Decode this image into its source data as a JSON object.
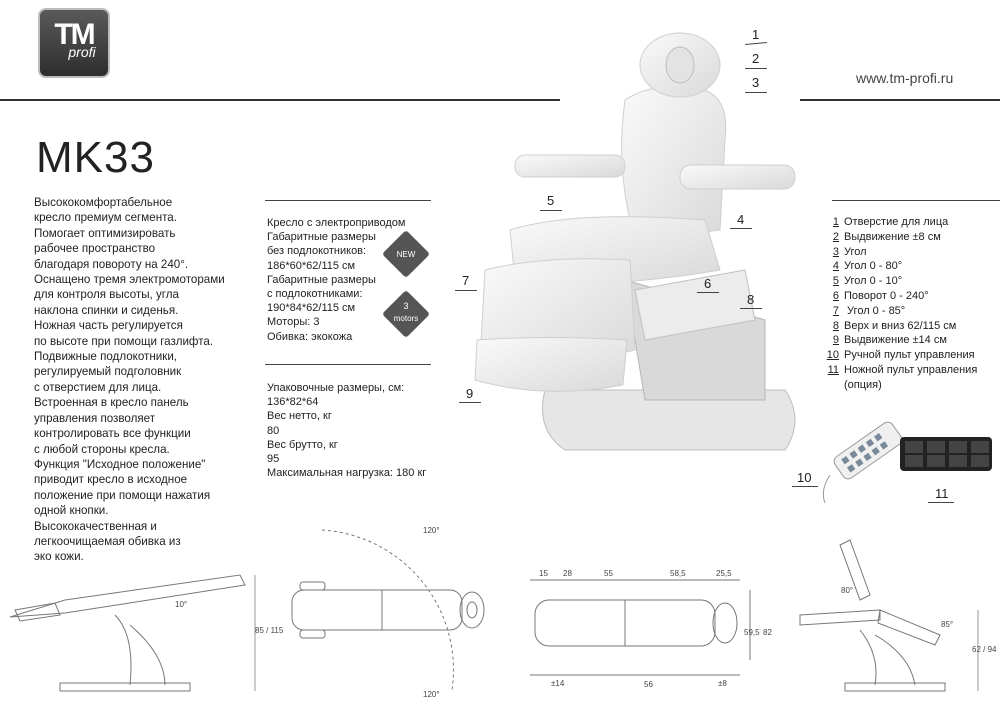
{
  "brand": {
    "logo_main": "TM",
    "logo_sub": "profi"
  },
  "website": "www.tm-profi.ru",
  "model": "MK33",
  "description": [
    "Высококомфортабельное",
    "кресло премиум сегмента.",
    "Помогает оптимизировать",
    "рабочее пространство",
    "благодаря повороту на 240°.",
    "Оснащено тремя электромоторами",
    "для контроля высоты, угла",
    "наклона спинки и сиденья.",
    "Ножная часть регулируется",
    "по высоте при помощи газлифта.",
    "Подвижные подлокотники,",
    "регулируемый подголовник",
    "с отверстием для лица.",
    "Встроенная в кресло панель",
    "управления позволяет",
    "контролировать все функции",
    "с любой стороны кресла.",
    "Функция \"Исходное положение\"",
    "приводит кресло в исходное",
    "положение при помощи нажатия",
    "одной кнопки.",
    "Высококачественная и",
    "легкоочищаемая обивка из",
    "эко кожи."
  ],
  "specs": [
    "Кресло с электроприводом",
    "Габаритные размеры",
    "без подлокотников:",
    "186*60*62/115 см",
    "Габаритные размеры",
    "с подлокотниками:",
    "190*84*62/115 см",
    "Моторы: 3",
    "Обивка: экокожа"
  ],
  "packaging": [
    "Упаковочные размеры, см:",
    "136*82*64",
    "Вес нетто, кг",
    "80",
    "Вес брутто, кг",
    "95",
    "Максимальная нагрузка: 180 кг"
  ],
  "badges": {
    "new": "NEW",
    "motors_count": "3",
    "motors_label": "motors"
  },
  "callouts": [
    "1",
    "2",
    "3",
    "4",
    "5",
    "6",
    "7",
    "8",
    "9",
    "10",
    "11"
  ],
  "legend": [
    {
      "n": "1",
      "text": "Отверстие для лица"
    },
    {
      "n": "2",
      "text": "Выдвижение ±8 см"
    },
    {
      "n": "3",
      "text": "Угол"
    },
    {
      "n": "4",
      "text": "Угол 0 - 80°"
    },
    {
      "n": "5",
      "text": "Угол 0 - 10°"
    },
    {
      "n": "6",
      "text": "Поворот 0 - 240°"
    },
    {
      "n": "7",
      "text": " Угол 0 - 85°"
    },
    {
      "n": "8",
      "text": "Верх и вниз 62/115 см"
    },
    {
      "n": "9",
      "text": "Выдвижение ±14 см"
    },
    {
      "n": "10",
      "text": "Ручной пульт управления"
    },
    {
      "n": "11",
      "text": "Ножной пульт управления"
    },
    {
      "n": "",
      "text": "(опция)"
    }
  ],
  "drawings": {
    "side1": {
      "angle": "10°",
      "height": "85 / 115"
    },
    "top1": {
      "rot_top": "120°",
      "rot_bottom": "120°"
    },
    "top2": {
      "d1": "15",
      "d2": "28",
      "d3": "55",
      "d4": "58,5",
      "d5": "25,5",
      "w1": "59,5",
      "w2": "82",
      "b1": "±14",
      "b2": "56",
      "b3": "±8"
    },
    "side2": {
      "a1": "80°",
      "a2": "85°",
      "height": "62 / 94"
    }
  },
  "colors": {
    "rule": "#333333",
    "badge": "#555555",
    "text": "#222222"
  }
}
